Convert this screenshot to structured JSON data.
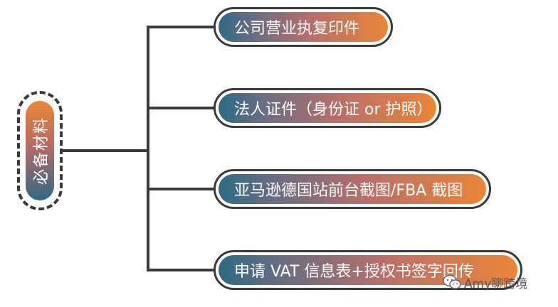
{
  "root": {
    "label": "必备材料"
  },
  "branches": [
    {
      "label": "公司营业执复印件"
    },
    {
      "label": "法人证件（身份证 or  护照）"
    },
    {
      "label": "亚马逊德国站前台截图/FBA 截图"
    },
    {
      "label": "申请 VAT 信息表+授权书签字回传"
    }
  ],
  "watermark": {
    "text": "Amy聊跨境",
    "icon": "wechat-icon"
  },
  "colors": {
    "gradient_start": "#2e6a86",
    "gradient_mid": "#b96f6a",
    "gradient_end": "#ea8437",
    "line": "#3a3a3a"
  }
}
